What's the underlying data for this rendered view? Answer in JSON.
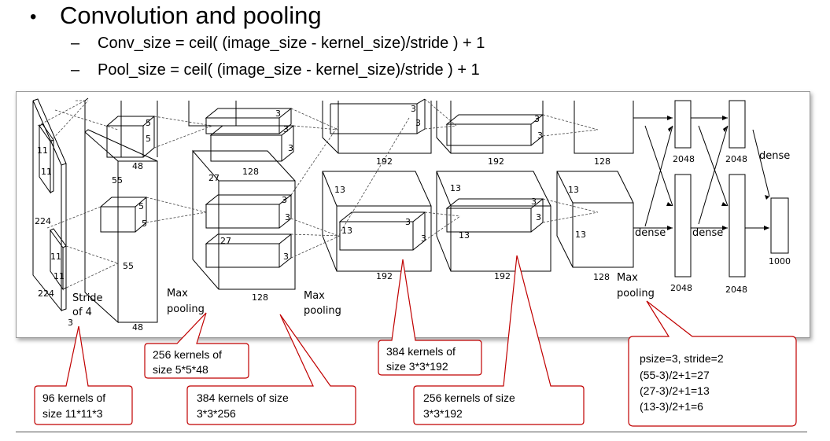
{
  "heading": {
    "bullet": "•",
    "title": "Convolution and pooling"
  },
  "formulas": [
    {
      "dash": "–",
      "text": "Conv_size = ceil( (image_size - kernel_size)/stride ) + 1"
    },
    {
      "dash": "–",
      "text": "Pool_size  = ceil( (image_size - kernel_size)/stride ) + 1"
    }
  ],
  "diagram_labels": {
    "in_11a": "11",
    "in_11b": "11",
    "in_224": "224",
    "in_11c": "11",
    "in_11d": "11",
    "in_224b": "224",
    "in_3": "3",
    "stride": "Stride",
    "of4": "of 4",
    "c1_55": "55",
    "c1_55b": "55",
    "c1_5a": "5",
    "c1_5b": "5",
    "c1_5c": "5",
    "c1_5d": "5",
    "c1_48a": "48",
    "c1_48b": "48",
    "c2_3a": "3",
    "c2_3b": "3",
    "c2_3c": "3",
    "c2_3d": "3",
    "c2_3e": "3",
    "c2_3f": "3",
    "c2_27a": "27",
    "c2_27b": "27",
    "c2_128a": "128",
    "c2_128b": "128",
    "mp1a": "Max",
    "mp1b": "pooling",
    "mp2a": "Max",
    "mp2b": "pooling",
    "c3_3a": "3",
    "c3_3b": "3",
    "c3_3c": "3",
    "c3_3d": "3",
    "c3_13a": "13",
    "c3_13b": "13",
    "c3_192a": "192",
    "c3_192b": "192",
    "c4_3a": "3",
    "c4_3b": "3",
    "c4_3c": "3",
    "c4_3d": "3",
    "c4_13a": "13",
    "c4_13b": "13",
    "c4_192a": "192",
    "c4_192b": "192",
    "c5_128a": "128",
    "c5_128b": "128",
    "c5_13a": "13",
    "c5_13b": "13",
    "mp3a": "Max",
    "mp3b": "pooling",
    "d1": "dense",
    "d2": "dense",
    "d3": "dense",
    "f_2048a": "2048",
    "f_2048b": "2048",
    "f_2048c": "2048",
    "f_2048d": "2048",
    "f_1000": "1000"
  },
  "callouts": [
    {
      "lines": [
        "96 kernels of",
        "size 11*11*3"
      ]
    },
    {
      "lines": [
        "256 kernels of",
        "size 5*5*48"
      ]
    },
    {
      "lines": [
        "384 kernels of size",
        "3*3*256"
      ]
    },
    {
      "lines": [
        "384 kernels of",
        "size 3*3*192"
      ]
    },
    {
      "lines": [
        "256 kernels of size",
        "3*3*192"
      ]
    },
    {
      "lines": [
        "psize=3,  stride=2",
        "(55-3)/2+1=27",
        "(27-3)/2+1=13",
        "(13-3)/2+1=6"
      ]
    }
  ],
  "colors": {
    "callout_border": "#c00000",
    "frame_border": "#9a9a9a"
  }
}
